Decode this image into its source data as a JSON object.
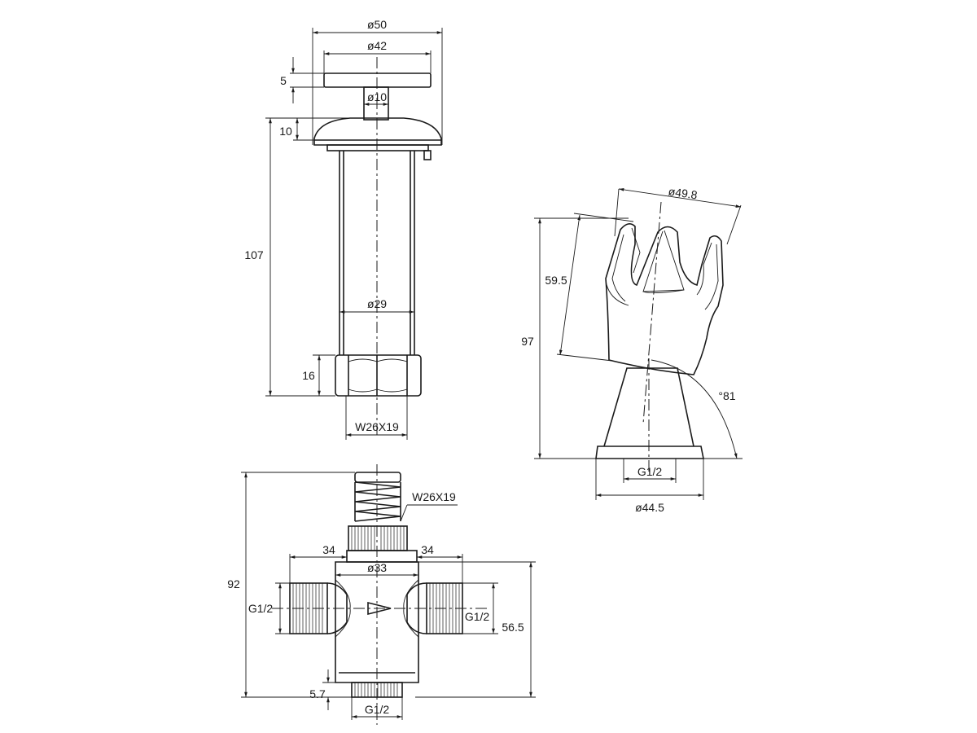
{
  "labels": {
    "d50": "ø50",
    "d42": "ø42",
    "t5": "5",
    "d10": "ø10",
    "t10": "10",
    "l107": "107",
    "d29": "ø29",
    "l16": "16",
    "w26_top": "W26X19",
    "d49_8": "ø49.8",
    "l59_5": "59.5",
    "l97": "97",
    "a81": "°81",
    "g12_mount": "G1/2",
    "d44_5": "ø44.5",
    "w26_body": "W26X19",
    "l92": "92",
    "l34_left": "34",
    "d33": "ø33",
    "l34_right": "34",
    "g12_left": "G1/2",
    "g12_right": "G1/2",
    "l56_5": "56.5",
    "l5_7": "5.7",
    "g12_bottom": "G1/2"
  }
}
